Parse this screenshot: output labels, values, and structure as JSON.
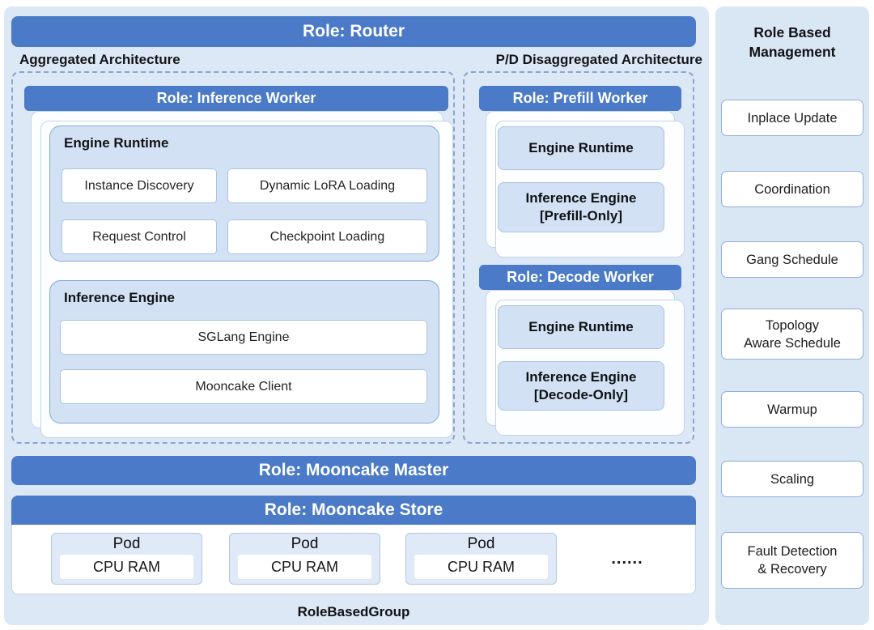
{
  "colors": {
    "header-blue": "#4a7ac8",
    "panel-bg": "#dce8f6",
    "right-panel-bg": "#d9e6f4",
    "section-bg": "#d2e2f4",
    "section-border": "#85a7d8",
    "box-border": "#a9c2e6",
    "dash-border": "#8ba4d3",
    "text-dark": "#1a1b1e"
  },
  "router": {
    "label": "Role: Router"
  },
  "labels": {
    "aggregated": "Aggregated Architecture",
    "disaggregated": "P/D Disaggregated Architecture"
  },
  "inference_worker": {
    "header": "Role: Inference Worker",
    "engine_runtime": {
      "title": "Engine Runtime",
      "items": [
        "Instance Discovery",
        "Dynamic LoRA Loading",
        "Request Control",
        "Checkpoint Loading"
      ]
    },
    "inference_engine": {
      "title": "Inference Engine",
      "items": [
        "SGLang Engine",
        "Mooncake Client"
      ]
    }
  },
  "prefill_worker": {
    "header": "Role: Prefill Worker",
    "engine_runtime": "Engine Runtime",
    "inference_engine": {
      "l1": "Inference Engine",
      "l2": "[Prefill-Only]"
    }
  },
  "decode_worker": {
    "header": "Role: Decode Worker",
    "engine_runtime": "Engine Runtime",
    "inference_engine": {
      "l1": "Inference Engine",
      "l2": "[Decode-Only]"
    }
  },
  "master": {
    "label": "Role: Mooncake Master"
  },
  "store": {
    "header": "Role: Mooncake Store",
    "pods": [
      {
        "title": "Pod",
        "ram": "CPU RAM"
      },
      {
        "title": "Pod",
        "ram": "CPU RAM"
      },
      {
        "title": "Pod",
        "ram": "CPU RAM"
      }
    ],
    "ellipsis": "......"
  },
  "footer": {
    "label": "RoleBasedGroup"
  },
  "management": {
    "title": {
      "l1": "Role Based",
      "l2": "Management"
    },
    "items": [
      {
        "l1": "Inplace Update"
      },
      {
        "l1": "Coordination"
      },
      {
        "l1": "Gang Schedule"
      },
      {
        "l1": "Topology",
        "l2": "Aware Schedule"
      },
      {
        "l1": "Warmup"
      },
      {
        "l1": "Scaling"
      },
      {
        "l1": "Fault Detection",
        "l2": "& Recovery"
      }
    ]
  }
}
